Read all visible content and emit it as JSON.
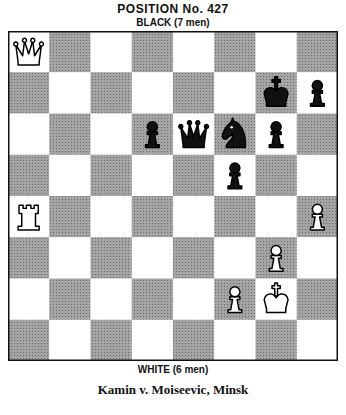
{
  "diagram": {
    "title": "POSITION No. 427",
    "caption": "Kamin v. Moiseevic, Minsk",
    "labels": [
      "BLACK (7 men)",
      "WHITE (6 men)"
    ]
  }
}
